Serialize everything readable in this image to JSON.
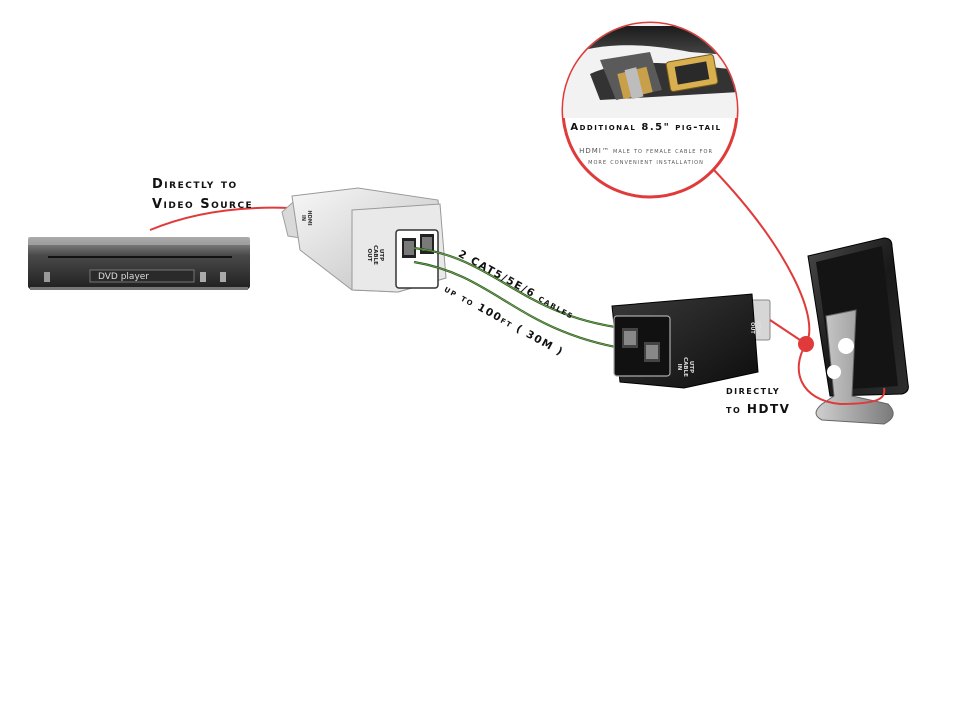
{
  "source_label": {
    "line1": "Directly to",
    "line2": "Video Source"
  },
  "tv_label": {
    "line1": "directly",
    "line2": "to HDTV"
  },
  "cable_label": {
    "line1": "2 CAT5/5E/6 cables",
    "line2": "up to 100ft ( 30M )"
  },
  "pigtail": {
    "title": "Additional 8.5\" pig-tail",
    "subtitle": "HDMI™ male to female cable for more convenient installation"
  },
  "dvd_player": {
    "label": "DVD player"
  },
  "transmitter": {
    "port_label": "UTP CABLE OUT",
    "hdmi_label": "HDMI IN"
  },
  "receiver": {
    "port_label": "UTP CABLE IN",
    "hdmi_label": "HDMI OUT"
  },
  "colors": {
    "link": "#e03a3a",
    "cable": "#2e5d1c",
    "receiver_body": "#1c1c1c",
    "transmitter_body": "#e6e6e6"
  }
}
